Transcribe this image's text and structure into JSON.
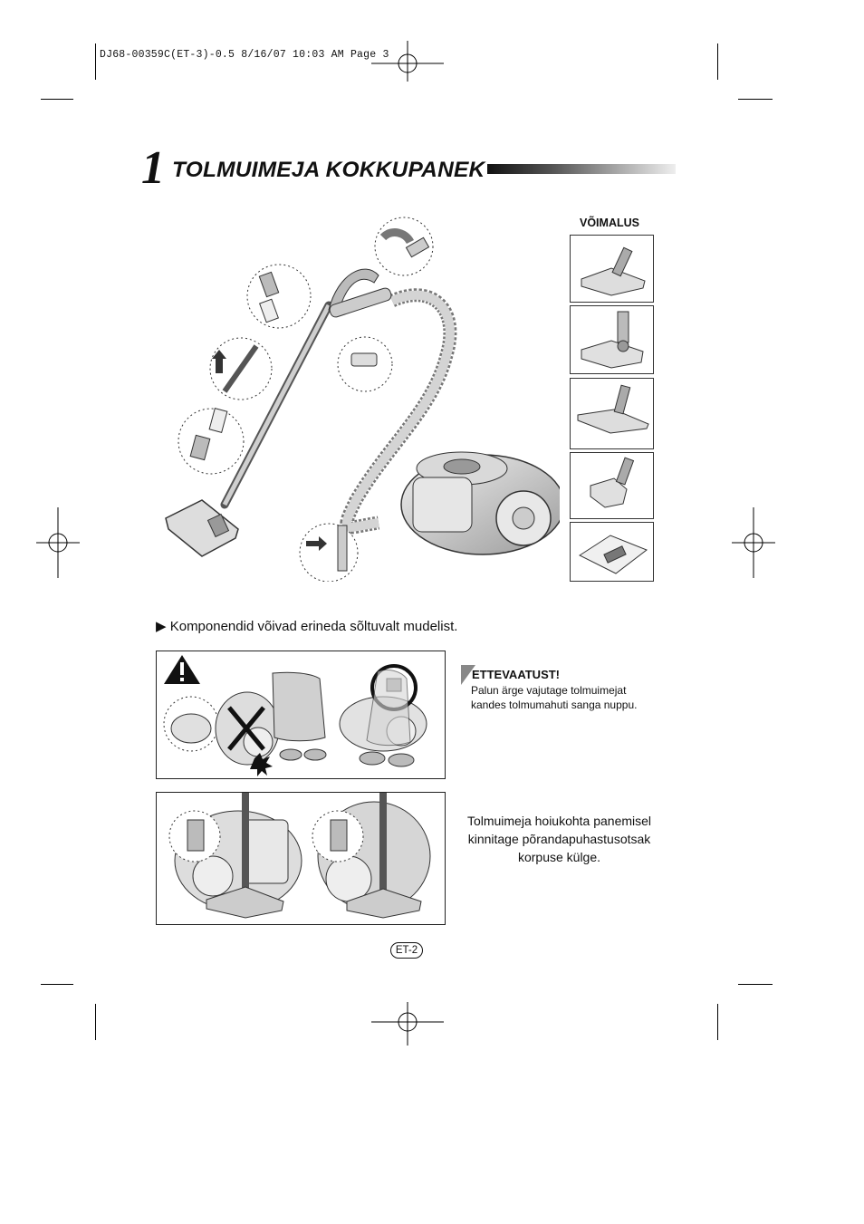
{
  "print_slug": "DJ68-00359C(ET-3)-0.5  8/16/07 10:03 AM  Page 3",
  "section": {
    "number": "1",
    "title": "TOLMUIMEJA KOKKUPANEK"
  },
  "options": {
    "label": "VÕIMALUS",
    "items": [
      "floor-brush",
      "turbo-brush",
      "parquet-brush",
      "mini-turbo-brush",
      "dust-bag"
    ]
  },
  "note": {
    "marker": "▶",
    "text": "Komponendid võivad erineda sõltuvalt mudelist."
  },
  "warning": {
    "title": "ETTEVAATUST!",
    "line1": "Palun ärge vajutage tolmuimejat",
    "line2": "kandes tolmumahuti sanga nuppu."
  },
  "storage": {
    "line1": "Tolmuimeja hoiukohta panemisel",
    "line2": "kinnitage põrandapuhastusotsak",
    "line3": "korpuse külge."
  },
  "page_number": "ET-2"
}
